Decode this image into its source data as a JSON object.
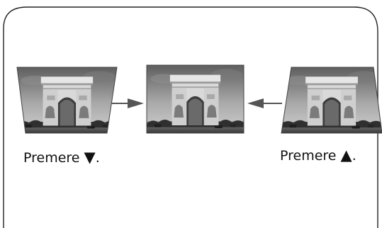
{
  "diagram": {
    "left_caption": {
      "word": "Premere",
      "symbol": "▼",
      "suffix": "."
    },
    "right_caption": {
      "word": "Premere",
      "symbol": "▲",
      "suffix": "."
    },
    "images": [
      {
        "id": "left",
        "content": "photo of Arc de Triomphe, keystone: wide top"
      },
      {
        "id": "center",
        "content": "photo of Arc de Triomphe, rectangular"
      },
      {
        "id": "right",
        "content": "photo of Arc de Triomphe, keystone: wide bottom"
      }
    ],
    "arrows": [
      {
        "from": "left",
        "to": "center",
        "color": "#555555"
      },
      {
        "from": "right",
        "to": "center",
        "color": "#555555"
      }
    ],
    "colors": {
      "frame": "#222222",
      "arrow": "#555555",
      "sky_top": "#6e6e6e",
      "sky_bottom": "#b8b8b8",
      "stone": "#d6d6d6"
    }
  }
}
